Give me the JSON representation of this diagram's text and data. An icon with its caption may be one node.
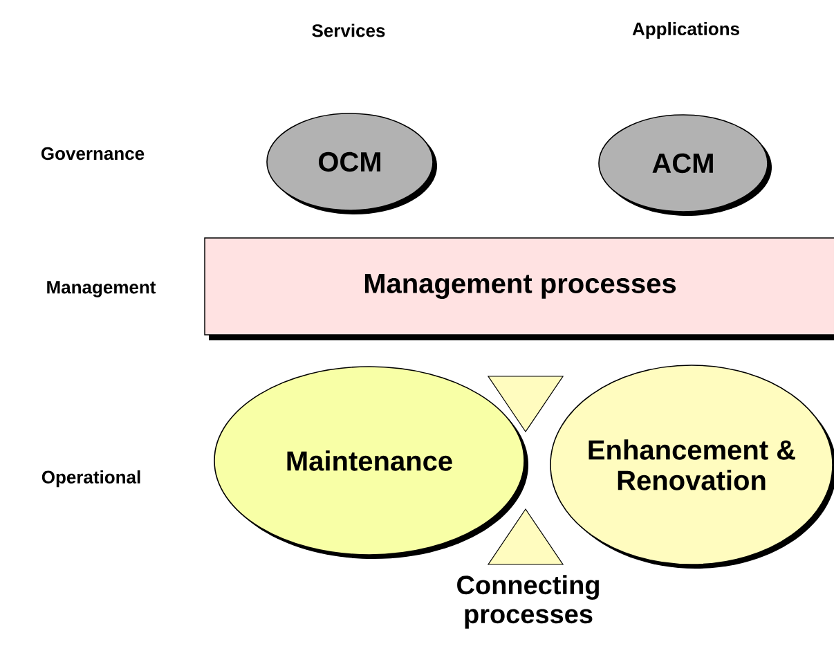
{
  "diagram": {
    "nodes": [
      {
        "text": [
          "OCM"
        ]
      },
      {
        "text": [
          "ACM"
        ]
      },
      {
        "text": [
          "Management processes"
        ]
      },
      {
        "text": [
          "Maintenance"
        ]
      },
      {
        "text": [
          "Enhancement & Renovation"
        ]
      },
      {
        "text": [],
        "shape": "triangle"
      },
      {
        "text": [],
        "shape": "triangle"
      }
    ],
    "labels": [
      "Services",
      "Applications",
      "Governance",
      "Management",
      "Operational",
      "Connecting processes"
    ]
  }
}
